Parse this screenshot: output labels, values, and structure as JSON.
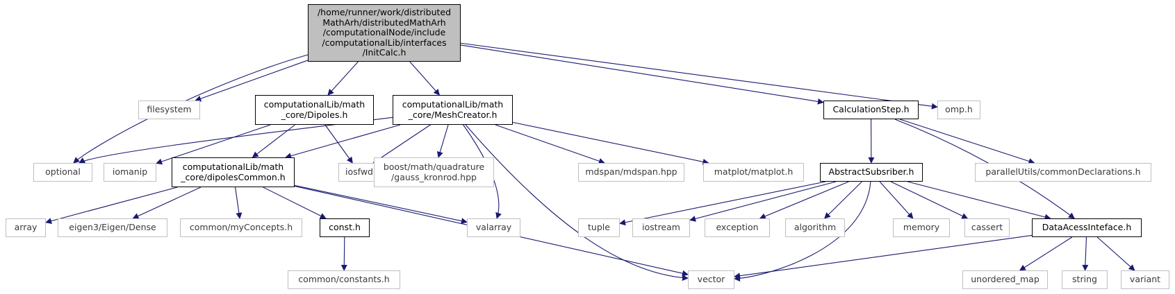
{
  "root": {
    "id": "root",
    "label": "/home/runner/work/distributed\nMathArh/distributedMathArh\n/computationalNode/include\n/computationalLib/interfaces\n/InitCalc.h"
  },
  "nodes": [
    {
      "id": "filesystem",
      "label": "filesystem",
      "style": "external"
    },
    {
      "id": "dipoles",
      "label": "computationalLib/math\n_core/Dipoles.h",
      "style": "local"
    },
    {
      "id": "meshcreator",
      "label": "computationalLib/math\n_core/MeshCreator.h",
      "style": "local"
    },
    {
      "id": "calcstep",
      "label": "CalculationStep.h",
      "style": "local"
    },
    {
      "id": "omp",
      "label": "omp.h",
      "style": "external"
    },
    {
      "id": "optional",
      "label": "optional",
      "style": "external"
    },
    {
      "id": "iomanip",
      "label": "iomanip",
      "style": "external"
    },
    {
      "id": "dipcommon",
      "label": "computationalLib/math\n_core/dipolesCommon.h",
      "style": "local"
    },
    {
      "id": "iosfwd",
      "label": "iosfwd",
      "style": "external"
    },
    {
      "id": "gauss",
      "label": "boost/math/quadrature\n/gauss_kronrod.hpp",
      "style": "external"
    },
    {
      "id": "mdspan",
      "label": "mdspan/mdspan.hpp",
      "style": "external"
    },
    {
      "id": "matplot",
      "label": "matplot/matplot.h",
      "style": "external"
    },
    {
      "id": "abssub",
      "label": "AbstractSubsriber.h",
      "style": "local"
    },
    {
      "id": "parutils",
      "label": "parallelUtils/commonDeclarations.h",
      "style": "external"
    },
    {
      "id": "array",
      "label": "array",
      "style": "external"
    },
    {
      "id": "eigen",
      "label": "eigen3/Eigen/Dense",
      "style": "external"
    },
    {
      "id": "myconcepts",
      "label": "common/myConcepts.h",
      "style": "external"
    },
    {
      "id": "consth",
      "label": "const.h",
      "style": "local"
    },
    {
      "id": "valarray",
      "label": "valarray",
      "style": "external"
    },
    {
      "id": "tuple",
      "label": "tuple",
      "style": "external"
    },
    {
      "id": "iostream",
      "label": "iostream",
      "style": "external"
    },
    {
      "id": "exception",
      "label": "exception",
      "style": "external"
    },
    {
      "id": "algorithm",
      "label": "algorithm",
      "style": "external"
    },
    {
      "id": "memory",
      "label": "memory",
      "style": "external"
    },
    {
      "id": "cassert",
      "label": "cassert",
      "style": "external"
    },
    {
      "id": "dataaccess",
      "label": "DataAcessInteface.h",
      "style": "local"
    },
    {
      "id": "constants",
      "label": "common/constants.h",
      "style": "external"
    },
    {
      "id": "vector",
      "label": "vector",
      "style": "external"
    },
    {
      "id": "unordered",
      "label": "unordered_map",
      "style": "external"
    },
    {
      "id": "string",
      "label": "string",
      "style": "external"
    },
    {
      "id": "variant",
      "label": "variant",
      "style": "external"
    }
  ],
  "edges": [
    [
      "root",
      "filesystem"
    ],
    [
      "root",
      "dipoles"
    ],
    [
      "root",
      "meshcreator"
    ],
    [
      "root",
      "calcstep"
    ],
    [
      "root",
      "omp"
    ],
    [
      "root",
      "optional"
    ],
    [
      "dipoles",
      "iomanip"
    ],
    [
      "dipoles",
      "dipcommon"
    ],
    [
      "dipoles",
      "iosfwd"
    ],
    [
      "meshcreator",
      "optional"
    ],
    [
      "meshcreator",
      "dipcommon"
    ],
    [
      "meshcreator",
      "iosfwd"
    ],
    [
      "meshcreator",
      "gauss"
    ],
    [
      "meshcreator",
      "mdspan"
    ],
    [
      "meshcreator",
      "matplot"
    ],
    [
      "meshcreator",
      "valarray"
    ],
    [
      "meshcreator",
      "vector"
    ],
    [
      "dipcommon",
      "array"
    ],
    [
      "dipcommon",
      "eigen"
    ],
    [
      "dipcommon",
      "myconcepts"
    ],
    [
      "dipcommon",
      "consth"
    ],
    [
      "dipcommon",
      "valarray"
    ],
    [
      "dipcommon",
      "vector"
    ],
    [
      "consth",
      "constants"
    ],
    [
      "calcstep",
      "abssub"
    ],
    [
      "calcstep",
      "parutils"
    ],
    [
      "calcstep",
      "dataaccess"
    ],
    [
      "abssub",
      "tuple"
    ],
    [
      "abssub",
      "iostream"
    ],
    [
      "abssub",
      "exception"
    ],
    [
      "abssub",
      "algorithm"
    ],
    [
      "abssub",
      "memory"
    ],
    [
      "abssub",
      "cassert"
    ],
    [
      "abssub",
      "dataaccess"
    ],
    [
      "abssub",
      "vector"
    ],
    [
      "dataaccess",
      "vector"
    ],
    [
      "dataaccess",
      "unordered"
    ],
    [
      "dataaccess",
      "string"
    ],
    [
      "dataaccess",
      "variant"
    ]
  ],
  "colors": {
    "edge": "#191970",
    "external_border": "#bfbfbf",
    "local_border": "#000000",
    "root_fill": "#bfbfbf"
  }
}
